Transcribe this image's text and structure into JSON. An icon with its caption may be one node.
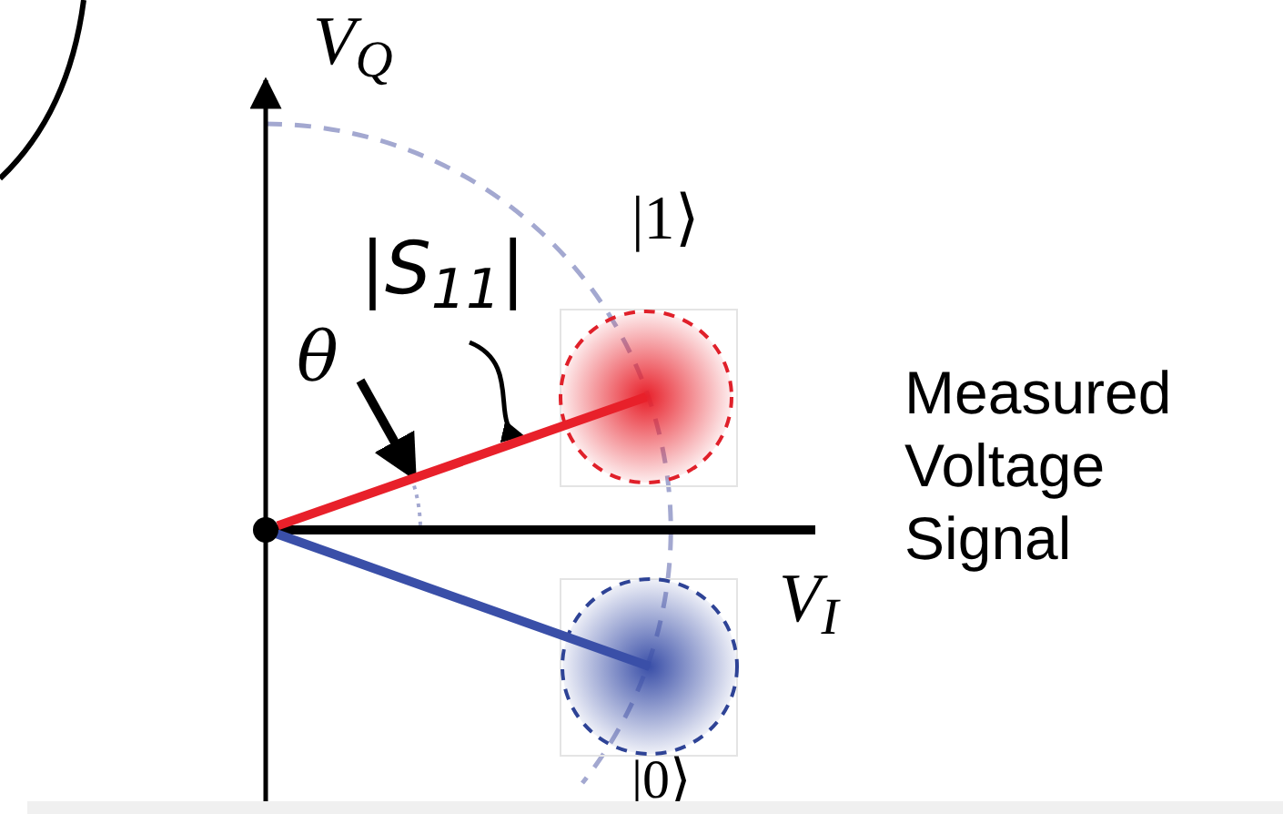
{
  "diagram": {
    "nodes": [
      {
        "text": [
          "|S$_{11}$|"
        ]
      },
      {
        "text": [
          "θ"
        ]
      },
      {
        "text": [],
        "shape": "line"
      }
    ],
    "edges": [
      {
        "from": 0,
        "to": 2,
        "arrow": "to"
      },
      {
        "from": 1,
        "to": 2,
        "arrow": "to",
        "style": "thick"
      }
    ],
    "labels": [
      "V$_{Q}$",
      "|1⟩",
      "Measured Voltage Signal",
      "V$_{I}$",
      "|0⟩"
    ]
  }
}
